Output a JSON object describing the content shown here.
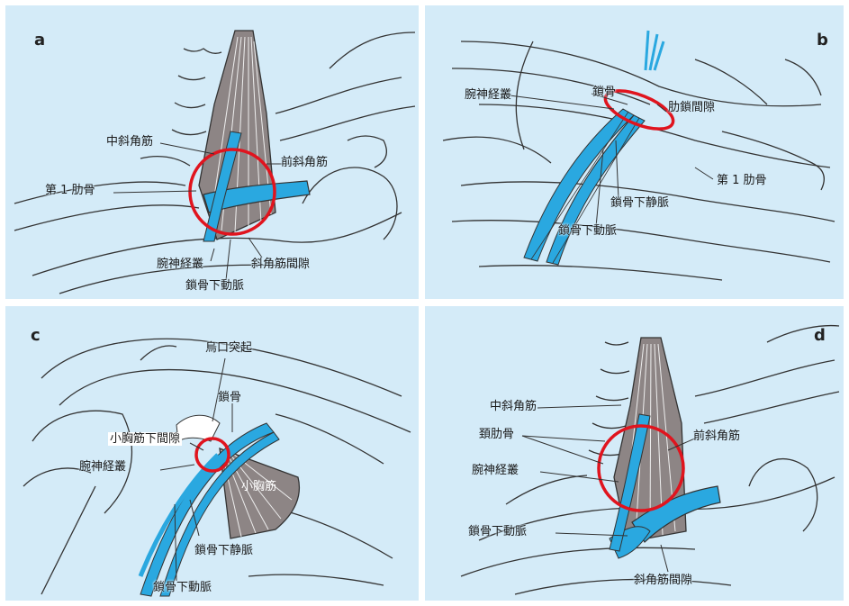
{
  "panels": {
    "a": {
      "letter": "a",
      "labels": {
        "middle_scalene": "中斜角筋",
        "anterior_scalene": "前斜角筋",
        "first_rib": "第 1 肋骨",
        "brachial_plexus": "腕神経叢",
        "interscalene_space": "斜角筋間隙",
        "subclavian_artery": "鎖骨下動脈"
      }
    },
    "b": {
      "letter": "b",
      "labels": {
        "clavicle": "鎖骨",
        "brachial_plexus": "腕神経叢",
        "costoclavicular_space": "肋鎖間隙",
        "first_rib": "第 1 肋骨",
        "subclavian_vein": "鎖骨下静脈",
        "subclavian_artery": "鎖骨下動脈"
      }
    },
    "c": {
      "letter": "c",
      "labels": {
        "coracoid_process": "烏口突起",
        "clavicle": "鎖骨",
        "subpectoralis_minor_space": "小胸筋下間隙",
        "brachial_plexus": "腕神経叢",
        "pectoralis_minor": "小胸筋",
        "subclavian_vein": "鎖骨下静脈",
        "subclavian_artery": "鎖骨下動脈"
      }
    },
    "d": {
      "letter": "d",
      "labels": {
        "middle_scalene": "中斜角筋",
        "cervical_rib": "頚肋骨",
        "anterior_scalene": "前斜角筋",
        "brachial_plexus": "腕神経叢",
        "subclavian_artery": "鎖骨下動脈",
        "interscalene_space": "斜角筋間隙"
      }
    }
  },
  "colors": {
    "background": "#d4ebf8",
    "vessel": "#2aa8e0",
    "muscle": "#8d8585",
    "outline": "#333333",
    "highlight_circle": "#e0141e"
  }
}
